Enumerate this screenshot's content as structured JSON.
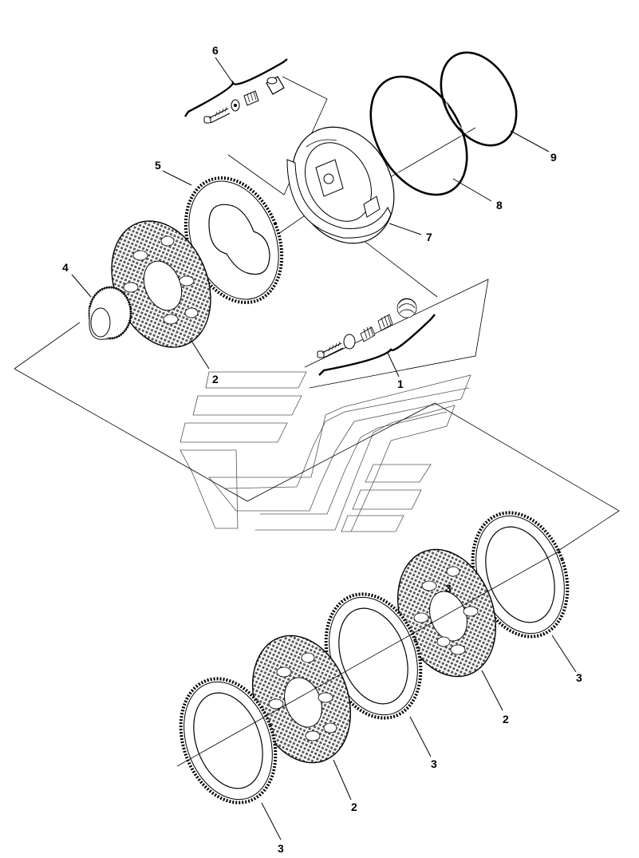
{
  "callouts": [
    {
      "id": "c1",
      "label": "1"
    },
    {
      "id": "c2a",
      "label": "2"
    },
    {
      "id": "c2b",
      "label": "2"
    },
    {
      "id": "c2c",
      "label": "2"
    },
    {
      "id": "c3a",
      "label": "3"
    },
    {
      "id": "c3b",
      "label": "3"
    },
    {
      "id": "c3c",
      "label": "3"
    },
    {
      "id": "c3d",
      "label": "3"
    },
    {
      "id": "c4",
      "label": "4"
    },
    {
      "id": "c5",
      "label": "5"
    },
    {
      "id": "c6",
      "label": "6"
    },
    {
      "id": "c7",
      "label": "7"
    },
    {
      "id": "c8",
      "label": "8"
    },
    {
      "id": "c9",
      "label": "9"
    }
  ],
  "colors": {
    "line": "#000000",
    "background": "#ffffff",
    "friction": "#6a6a6a"
  }
}
